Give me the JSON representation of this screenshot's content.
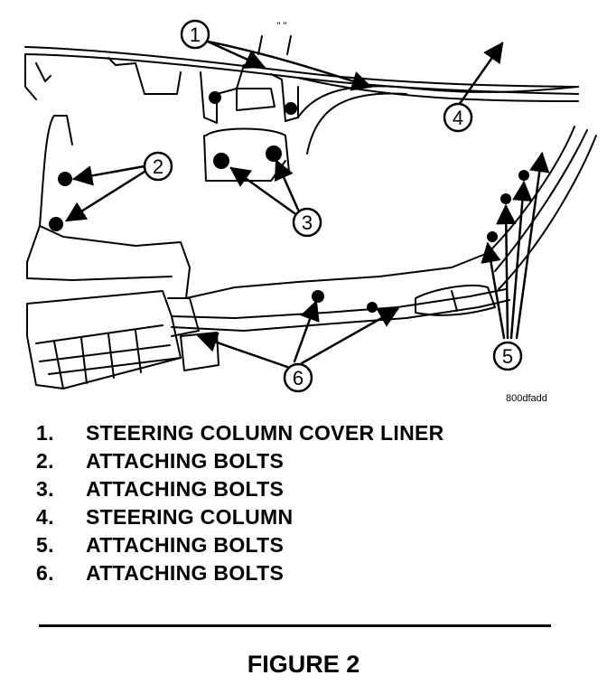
{
  "figure": {
    "drawing_code": "800dfadd",
    "top_marks": "\" \"",
    "callouts": [
      "1",
      "2",
      "3",
      "4",
      "5",
      "6"
    ]
  },
  "legend": [
    {
      "num": "1.",
      "text": "STEERING COLUMN COVER LINER"
    },
    {
      "num": "2.",
      "text": "ATTACHING BOLTS"
    },
    {
      "num": "3.",
      "text": "ATTACHING BOLTS"
    },
    {
      "num": "4.",
      "text": "STEERING COLUMN"
    },
    {
      "num": "5.",
      "text": "ATTACHING BOLTS"
    },
    {
      "num": "6.",
      "text": "ATTACHING BOLTS"
    }
  ],
  "caption": "FIGURE 2"
}
